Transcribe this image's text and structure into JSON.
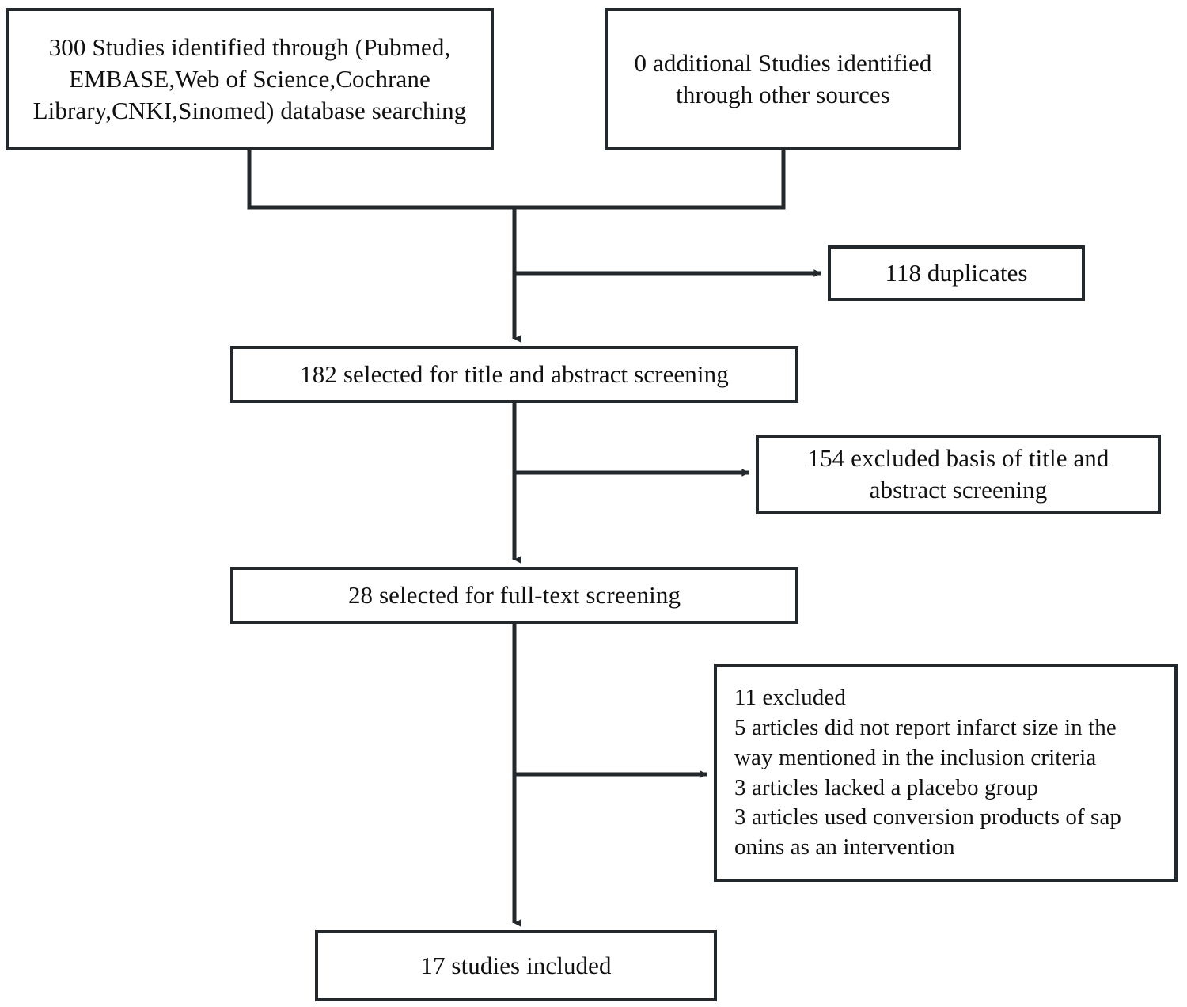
{
  "diagram": {
    "type": "prisma-flow-diagram",
    "title": "PRISMA study selection flow diagram",
    "stroke_color": "#23282d",
    "background_color": "#ffffff",
    "text_color": "#111111"
  },
  "nodes": {
    "identified": {
      "id": "identified",
      "count": 300,
      "text": "300 Studies identified through (Pubmed,\nEMBASE,Web of Science,Cochrane\nLibrary,CNKI,Sinomed) database searching"
    },
    "additional": {
      "id": "additional",
      "count": 0,
      "text": "0 additional Studies identified\nthrough other sources"
    },
    "duplicates": {
      "id": "duplicates",
      "count": 118,
      "text": "118 duplicates"
    },
    "title_screening": {
      "id": "title_screening",
      "count": 182,
      "text": "182 selected for title and abstract screening"
    },
    "excluded_title_abstract": {
      "id": "excluded_title_abstract",
      "count": 154,
      "text": "154 excluded basis of title and\nabstract screening"
    },
    "fulltext_screening": {
      "id": "fulltext_screening",
      "count": 28,
      "text": "28 selected for full-text screening"
    },
    "excluded_fulltext": {
      "id": "excluded_fulltext",
      "count": 11,
      "text": "11 excluded\n5 articles did not report infarct size in the\nway mentioned in the inclusion criteria\n3 articles lacked a placebo group\n3 articles used conversion products of sap\nonins as an intervention",
      "reasons": [
        {
          "count": 5,
          "text": "5 articles did not report infarct size in the way mentioned in the inclusion criteria"
        },
        {
          "count": 3,
          "text": "3 articles lacked a placebo group"
        },
        {
          "count": 3,
          "text": "3 articles used conversion products of sap onins as an intervention"
        }
      ]
    },
    "included": {
      "id": "included",
      "count": 17,
      "text": "17 studies included"
    }
  },
  "connectors": [
    {
      "name": "identified-to-merge",
      "kind": "elbow-down"
    },
    {
      "name": "additional-to-merge",
      "kind": "elbow-down"
    },
    {
      "name": "merge-to-title-screening",
      "kind": "arrow-down"
    },
    {
      "name": "trunk-to-duplicates",
      "kind": "arrow-right"
    },
    {
      "name": "title-to-fulltext",
      "kind": "arrow-down"
    },
    {
      "name": "trunk-to-excluded-ta",
      "kind": "arrow-right"
    },
    {
      "name": "fulltext-to-included",
      "kind": "arrow-down"
    },
    {
      "name": "trunk-to-excluded-ft",
      "kind": "arrow-right"
    }
  ]
}
